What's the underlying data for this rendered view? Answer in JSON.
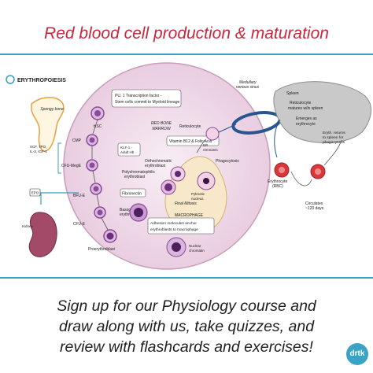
{
  "title": "Red blood cell production & maturation",
  "section_label": "ERYTHROPOIESIS",
  "labels": {
    "spongy_bone": "Spongy bone",
    "hsc": "HSC",
    "cmp": "CMP",
    "cfu_meg": "CFU-MegE",
    "bfu_e": "BFU-E",
    "cfu_e": "CFU-E",
    "proerythroblast": "Proerythroblast",
    "scf_line1": "SCF, TPO,",
    "scf_line2": "IL-3, IGF-1",
    "epo": "EPO",
    "kidney": "Kidney",
    "pu1_line1": "PU. 1 Transcription factor -",
    "pu1_line2": "Stem cells commit to Myeloid lineage",
    "red_bone_marrow_line1": "RED BONE",
    "red_bone_marrow_line2": "MARROW",
    "vitamin_b12": "Vitamin B12 & Folic Acid",
    "klf_line1": "KLF-1 -",
    "klf_line2": "Adult Hb",
    "orthochromatic_line1": "Orthochromatic",
    "orthochromatic_line2": "erythroblast",
    "polychromatophilic_line1": "Polychromatophilic",
    "polychromatophilic_line2": "erythroblast",
    "fibronectin": "Fibronectin",
    "basophilic_line1": "Basophilic",
    "basophilic_line2": "erythroblast",
    "final_mitosis": "Final Mitosis",
    "macrophage": "MACROPHAGE",
    "adhesion_line1": "Adhesion molecules anchor",
    "adhesion_line2": "erythroblasts to macrophage",
    "nuclear_chromatin_line1": "Nuclear",
    "nuclear_chromatin_line2": "chromatin",
    "pyknotic_line1": "Pyknotic",
    "pyknotic_line2": "nucleus",
    "phagocytosis": "Phagocytosis",
    "reticulocyte": "Reticulocyte",
    "er_remnants_line1": "ER",
    "er_remnants_line2": "remnants",
    "medullary_line1": "Medullary",
    "medullary_line2": "venous sinus",
    "spleen": "Spleen",
    "reticulocyte_matures_line1": "Reticulocyte",
    "reticulocyte_matures_line2": "matures w/in spleen",
    "emerges_line1": "Emerges as",
    "emerges_line2": "erythrocyte",
    "eryth_returns_line1": "Eryth. returns",
    "eryth_returns_line2": "to spleen for",
    "eryth_returns_line3": "phagocytosis",
    "erythrocyte_line1": "Erythrocyte",
    "erythrocyte_line2": "(RBC)",
    "circulates_line1": "Circulates",
    "circulates_line2": "~120 days"
  },
  "cta_line1": "Sign up for our Physiology course and",
  "cta_line2": "draw along with us, take quizzes, and",
  "cta_line3": "review with flashcards and exercises!",
  "logo_text": "drtk",
  "colors": {
    "title_red": "#c8273c",
    "accent_blue": "#36a1c2",
    "marrow_pink": "#f2dcea",
    "cell_purple": "#8e4a99",
    "spleen_gray": "#c9c9c9",
    "rbc_red": "#d8373b"
  }
}
